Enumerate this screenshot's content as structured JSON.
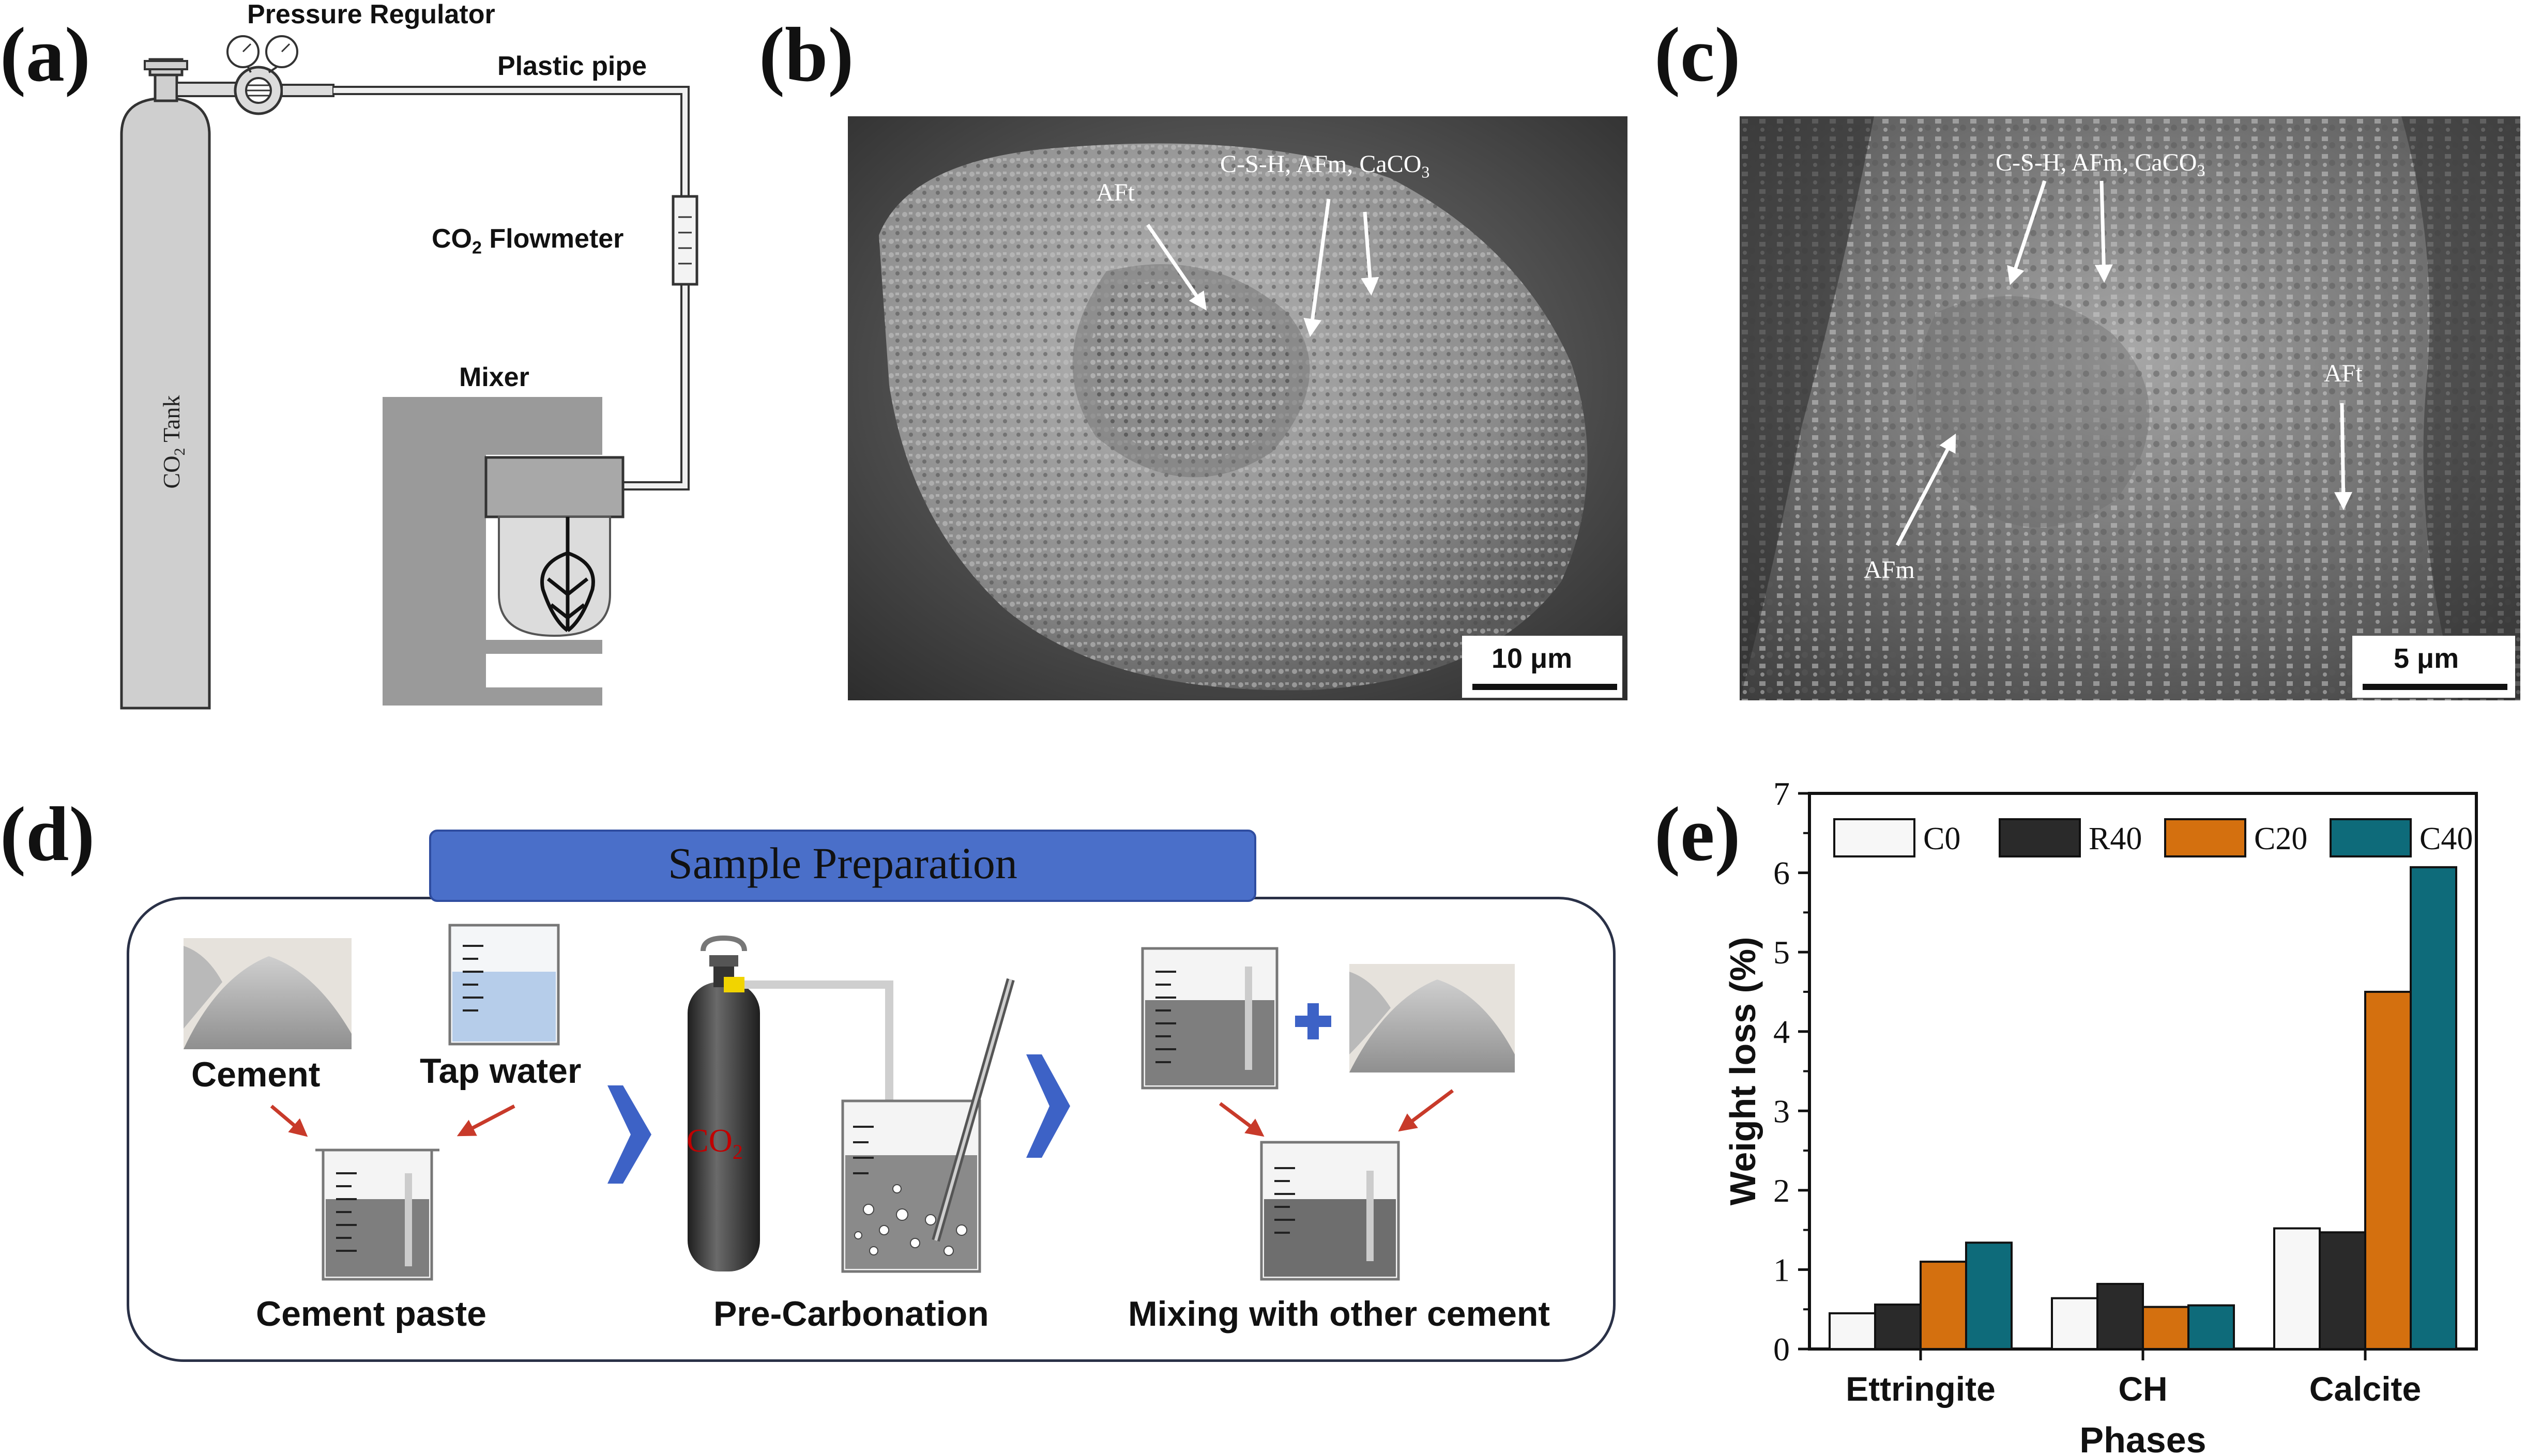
{
  "panels": {
    "a": {
      "letter": "(a)",
      "pressure_regulator": "Pressure Regulator",
      "plastic_pipe": "Plastic pipe",
      "flowmeter": "CO",
      "flowmeter_sub": "2",
      "flowmeter_rest": " Flowmeter",
      "mixer": "Mixer",
      "tank": "CO",
      "tank_sub": "2",
      "tank_rest": " Tank"
    },
    "b": {
      "letter": "(b)",
      "label_aft": "AFt",
      "label_csh": "C-S-H, AFm, CaCO",
      "label_csh_sub": "3",
      "scale": "10 μm"
    },
    "c": {
      "letter": "(c)",
      "label_csh": "C-S-H, AFm, CaCO",
      "label_csh_sub": "3",
      "label_aft": "AFt",
      "label_afm": "AFm",
      "scale": "5 μm"
    },
    "d": {
      "letter": "(d)",
      "title": "Sample Preparation",
      "cement": "Cement",
      "tap_water": "Tap water",
      "cement_paste": "Cement paste",
      "co2": "CO",
      "co2_sub": "2",
      "pre_carbonation": "Pre-Carbonation",
      "mixing": "Mixing with other cement",
      "colors": {
        "title_bg": "#4a6fc9",
        "arrow": "#3d62c6",
        "plus": "#3d62c6",
        "red_arrow": "#c83a2a"
      }
    },
    "e": {
      "letter": "(e)"
    }
  },
  "chart_data": {
    "type": "bar",
    "categories": [
      "Ettringite",
      "CH",
      "Calcite"
    ],
    "series": [
      {
        "name": "C0",
        "color": "#f7f7f7",
        "values": [
          0.45,
          0.64,
          1.52
        ]
      },
      {
        "name": "R40",
        "color": "#2a2a2a",
        "values": [
          0.56,
          0.82,
          1.47
        ]
      },
      {
        "name": "C20",
        "color": "#d4700f",
        "values": [
          1.1,
          0.53,
          4.5
        ]
      },
      {
        "name": "C40",
        "color": "#0e6b7a",
        "values": [
          1.34,
          0.55,
          6.07
        ]
      }
    ],
    "ylim": [
      0,
      7
    ],
    "yticks": [
      "0",
      "1",
      "2",
      "3",
      "4",
      "5",
      "6",
      "7"
    ],
    "xlabel": "Phases",
    "ylabel": "Weight loss (%)",
    "legend_position": "top"
  }
}
